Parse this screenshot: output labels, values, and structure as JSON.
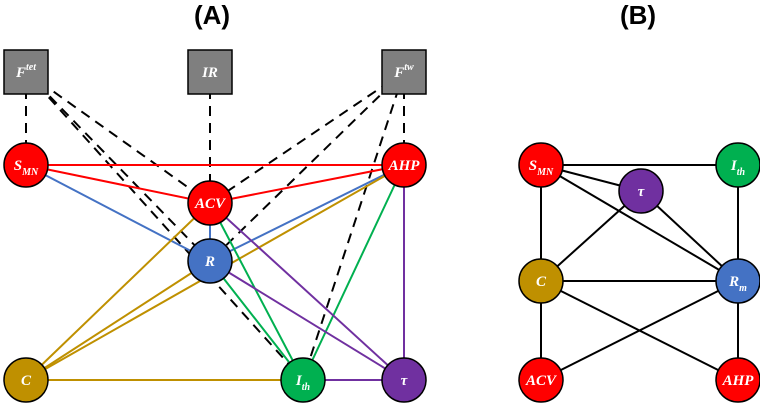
{
  "panels": {
    "a_label": "(A)",
    "b_label": "(B)"
  },
  "colors": {
    "red": "#ff0000",
    "blue": "#4472c4",
    "olive": "#bf9000",
    "green": "#00b050",
    "purple": "#7030a0",
    "gray": "#7f7f7f",
    "black": "#000000"
  },
  "panel_a": {
    "measures": [
      {
        "id": "Ftet",
        "base": "F",
        "sup": "tet"
      },
      {
        "id": "IR",
        "base": "IR",
        "sup": ""
      },
      {
        "id": "Ftw",
        "base": "F",
        "sup": "tw"
      }
    ],
    "parameters": [
      {
        "id": "SMN",
        "base": "S",
        "sub": "MN",
        "color": "red"
      },
      {
        "id": "AHP",
        "base": "AHP",
        "sub": "",
        "color": "red"
      },
      {
        "id": "ACV",
        "base": "ACV",
        "sub": "",
        "color": "red"
      },
      {
        "id": "R",
        "base": "R",
        "sub": "",
        "color": "blue"
      },
      {
        "id": "C",
        "base": "C",
        "sub": "",
        "color": "olive"
      },
      {
        "id": "Ith",
        "base": "I",
        "sub": "th",
        "color": "green"
      },
      {
        "id": "tau",
        "base": "τ",
        "sub": "",
        "color": "purple"
      }
    ],
    "dashed_links": [
      [
        "Ftet",
        "SMN"
      ],
      [
        "Ftet",
        "ACV"
      ],
      [
        "Ftet",
        "R"
      ],
      [
        "Ftet",
        "Ith"
      ],
      [
        "IR",
        "ACV"
      ],
      [
        "Ftw",
        "AHP"
      ],
      [
        "Ftw",
        "ACV"
      ],
      [
        "Ftw",
        "R"
      ],
      [
        "Ftw",
        "Ith"
      ]
    ],
    "colored_links": [
      {
        "from": "SMN",
        "to": "AHP",
        "color": "red"
      },
      {
        "from": "SMN",
        "to": "ACV",
        "color": "red"
      },
      {
        "from": "ACV",
        "to": "AHP",
        "color": "red"
      },
      {
        "from": "SMN",
        "to": "R",
        "color": "blue"
      },
      {
        "from": "R",
        "to": "AHP",
        "color": "blue"
      },
      {
        "from": "R",
        "to": "ACV",
        "color": "blue"
      },
      {
        "from": "C",
        "to": "ACV",
        "color": "olive"
      },
      {
        "from": "C",
        "to": "AHP",
        "color": "olive"
      },
      {
        "from": "C",
        "to": "R",
        "color": "olive"
      },
      {
        "from": "C",
        "to": "Ith",
        "color": "olive"
      },
      {
        "from": "Ith",
        "to": "ACV",
        "color": "green"
      },
      {
        "from": "Ith",
        "to": "R",
        "color": "green"
      },
      {
        "from": "Ith",
        "to": "AHP",
        "color": "green"
      },
      {
        "from": "tau",
        "to": "AHP",
        "color": "purple"
      },
      {
        "from": "tau",
        "to": "ACV",
        "color": "purple"
      },
      {
        "from": "tau",
        "to": "R",
        "color": "purple"
      },
      {
        "from": "tau",
        "to": "Ith",
        "color": "purple"
      }
    ]
  },
  "panel_b": {
    "nodes": [
      {
        "id": "SMN",
        "base": "S",
        "sub": "MN",
        "color": "red"
      },
      {
        "id": "Ith",
        "base": "I",
        "sub": "th",
        "color": "green"
      },
      {
        "id": "tau",
        "base": "τ",
        "sub": "",
        "color": "purple"
      },
      {
        "id": "C",
        "base": "C",
        "sub": "",
        "color": "olive"
      },
      {
        "id": "Rm",
        "base": "R",
        "sub": "m",
        "color": "blue"
      },
      {
        "id": "ACV",
        "base": "ACV",
        "sub": "",
        "color": "red"
      },
      {
        "id": "AHP",
        "base": "AHP",
        "sub": "",
        "color": "red"
      }
    ],
    "links": [
      [
        "SMN",
        "Ith"
      ],
      [
        "SMN",
        "C"
      ],
      [
        "SMN",
        "tau"
      ],
      [
        "SMN",
        "Rm"
      ],
      [
        "Ith",
        "Rm"
      ],
      [
        "tau",
        "C"
      ],
      [
        "tau",
        "Rm"
      ],
      [
        "C",
        "Rm"
      ],
      [
        "C",
        "ACV"
      ],
      [
        "C",
        "AHP"
      ],
      [
        "Rm",
        "ACV"
      ],
      [
        "Rm",
        "AHP"
      ]
    ]
  }
}
